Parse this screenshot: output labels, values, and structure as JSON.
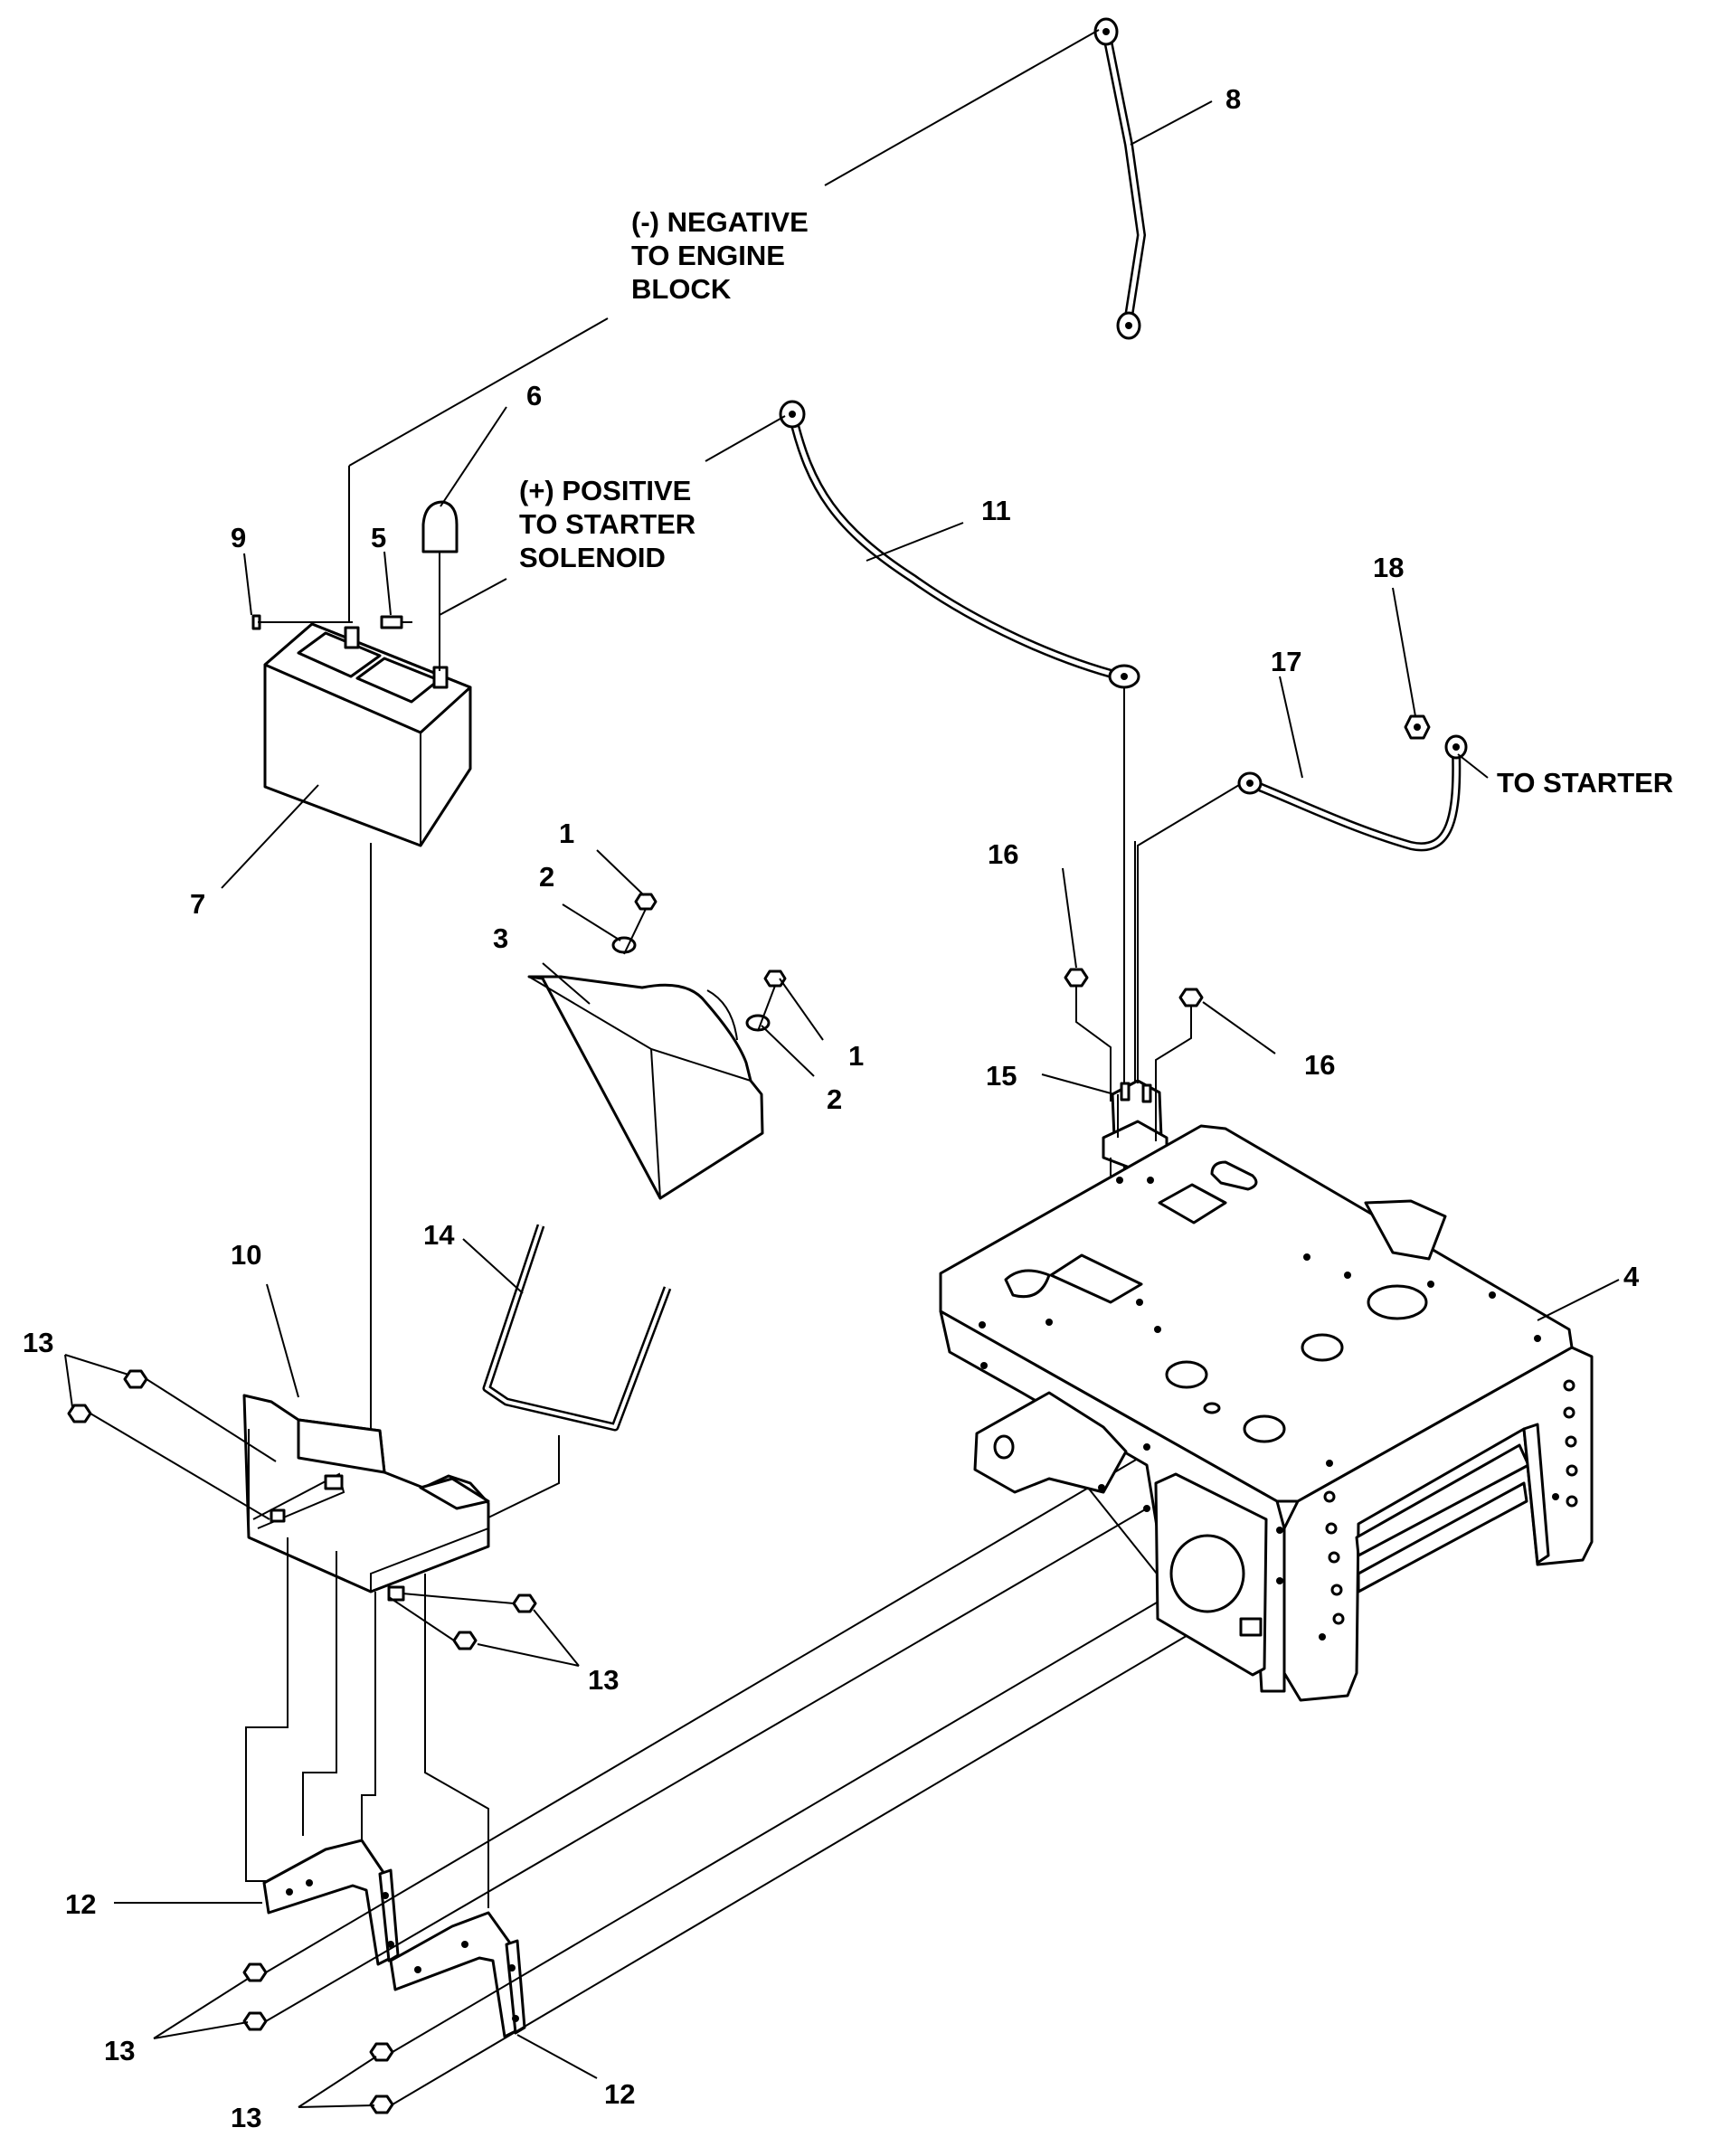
{
  "notes": {
    "negative": [
      "(-) NEGATIVE",
      "TO ENGINE",
      "BLOCK"
    ],
    "positive": [
      "(+) POSITIVE",
      "TO STARTER",
      "SOLENOID"
    ],
    "to_starter": "TO STARTER"
  },
  "callouts": {
    "c1a": "1",
    "c1b": "1",
    "c2a": "2",
    "c2b": "2",
    "c3": "3",
    "c4": "4",
    "c5": "5",
    "c6": "6",
    "c7": "7",
    "c8": "8",
    "c9": "9",
    "c10": "10",
    "c11": "11",
    "c12a": "12",
    "c12b": "12",
    "c13a": "13",
    "c13b": "13",
    "c13c": "13",
    "c13d": "13",
    "c14": "14",
    "c15": "15",
    "c16a": "16",
    "c16b": "16",
    "c17": "17",
    "c18": "18"
  }
}
